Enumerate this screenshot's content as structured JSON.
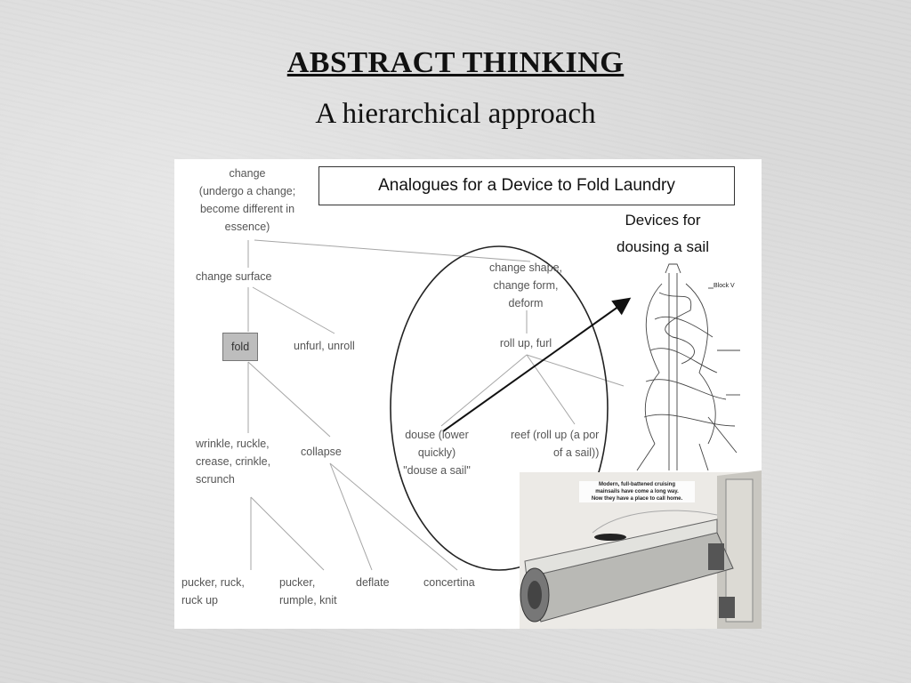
{
  "slide": {
    "title": "ABSTRACT THINKING",
    "subtitle": "A hierarchical approach"
  },
  "figure": {
    "header": "Analogues for a Device to Fold Laundry",
    "devices_label": [
      "Devices for",
      "dousing a sail"
    ],
    "block_label": "Block V",
    "photo_caption": [
      "Modern, full-battened cruising",
      "mainsails have come a long way.",
      "Now they have a place to call home."
    ],
    "nodes": {
      "change": [
        "change",
        "(undergo a change;",
        "become different in",
        "essence)"
      ],
      "change_surface": "change surface",
      "fold": "fold",
      "unfurl": "unfurl, unroll",
      "change_shape": [
        "change shape,",
        "change form,",
        "deform"
      ],
      "roll_up": "roll up, furl",
      "douse": [
        "douse (lower",
        "quickly)",
        "\"douse a sail\""
      ],
      "reef": [
        "reef (roll up (a por",
        "of a sail))"
      ],
      "wrinkle": [
        "wrinkle, ruckle,",
        "crease, crinkle,",
        "scrunch"
      ],
      "collapse": "collapse",
      "pucker_ruck": [
        "pucker, ruck,",
        "ruck up"
      ],
      "pucker_rumple": [
        "pucker,",
        "rumple, knit"
      ],
      "deflate": "deflate",
      "concertina": "concertina"
    }
  },
  "colors": {
    "background": "#d9d9d9",
    "figure_bg": "#ffffff",
    "tree_line": "#9a9a9a",
    "text": "#111111"
  }
}
